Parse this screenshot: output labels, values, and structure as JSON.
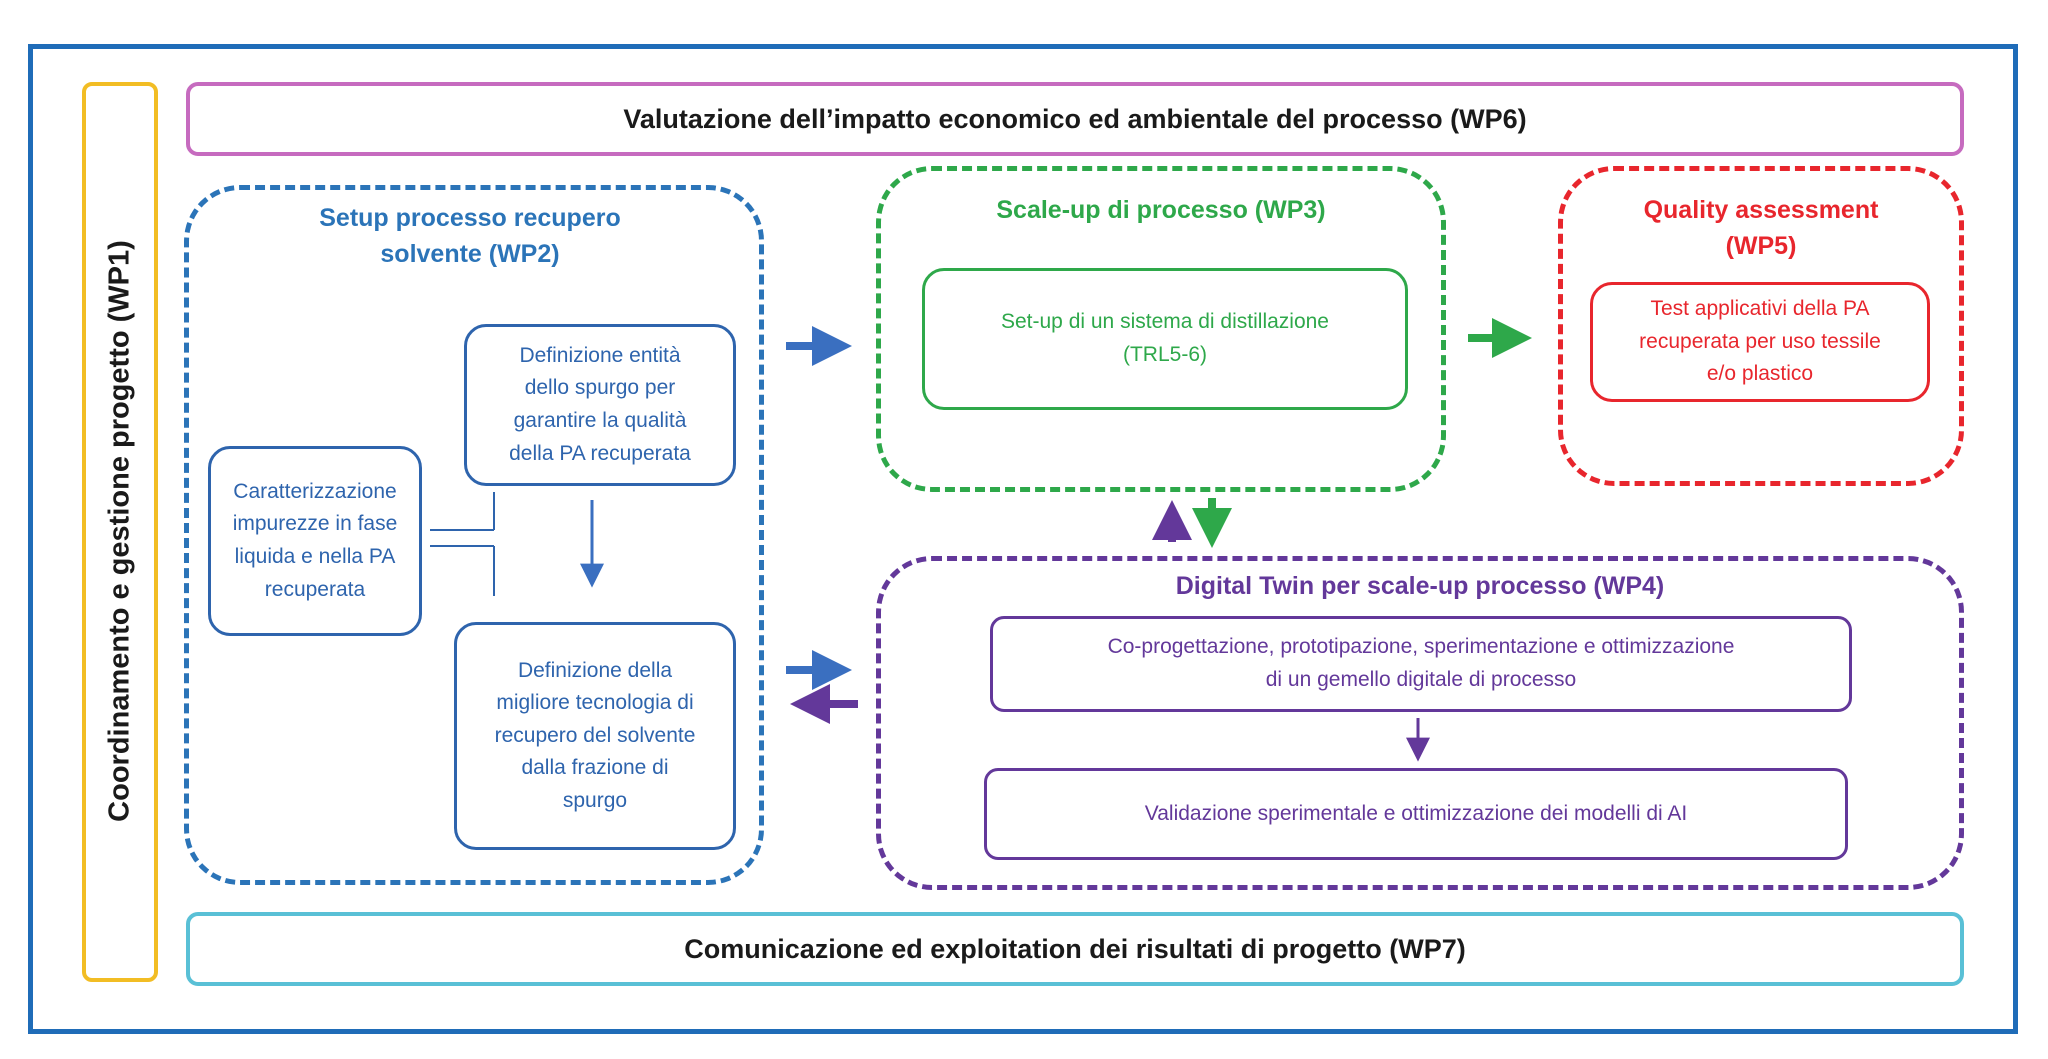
{
  "wp1": {
    "label": "Coordinamento e gestione  progetto (WP1)"
  },
  "wp6": {
    "label": "Valutazione dell’impatto economico ed ambientale del processo (WP6)"
  },
  "wp7": {
    "label": "Comunicazione ed exploitation dei risultati di progetto (WP7)"
  },
  "wp2": {
    "title_line1": "Setup processo recupero",
    "title_line2": "solvente (WP2)",
    "box_caratterizzazione": [
      "Caratterizzazione",
      "impurezze in fase",
      "liquida e nella PA",
      "recuperata"
    ],
    "box_spurgo": [
      "Definizione entità",
      "dello spurgo per",
      "garantire la qualità",
      "della PA recuperata"
    ],
    "box_tecnologia": [
      "Definizione della",
      "migliore tecnologia di",
      "recupero del solvente",
      "dalla frazione di",
      "spurgo"
    ]
  },
  "wp3": {
    "title": "Scale-up di processo (WP3)",
    "box": [
      "Set-up di un sistema di distillazione",
      "(TRL5-6)"
    ]
  },
  "wp5": {
    "title_line1": "Quality assessment",
    "title_line2": "(WP5)",
    "box": [
      "Test applicativi della PA",
      "recuperata per uso tessile",
      "e/o plastico"
    ]
  },
  "wp4": {
    "title": "Digital Twin per scale-up processo (WP4)",
    "box_coprogettazione": [
      "Co-progettazione, prototipazione, sperimentazione e ottimizzazione",
      "di un gemello digitale di processo"
    ],
    "box_validazione": "Validazione sperimentale e ottimizzazione dei modelli di AI"
  },
  "colors": {
    "frame": "#1f6cb8",
    "wp1": "#f2bd24",
    "wp2": "#2b74b8",
    "wp3": "#2ea84a",
    "wp4": "#63389a",
    "wp5": "#e8262d",
    "wp6": "#c66bbf",
    "wp7": "#59c0d6",
    "arrow_blue": "#3a6fc0",
    "arrow_green": "#2ea84a",
    "arrow_purple": "#63389a"
  }
}
